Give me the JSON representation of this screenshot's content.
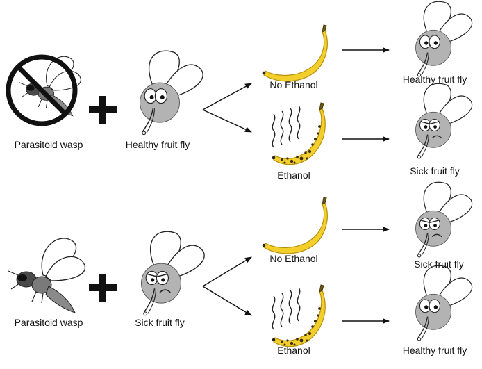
{
  "scenario_1": {
    "left_label": "Parasitoid wasp",
    "center_label": "Healthy fruit fly",
    "food_top_label": "No Ethanol",
    "food_bottom_label": "Ethanol",
    "outcome_top_label": "Healthy fruit fly",
    "outcome_bottom_label": "Sick fruit fly"
  },
  "scenario_2": {
    "left_label": "Parasitoid wasp",
    "center_label": "Sick fruit fly",
    "food_top_label": "No Ethanol",
    "food_bottom_label": "Ethanol",
    "outcome_top_label": "Sick fruit fly",
    "outcome_bottom_label": "Healthy fruit fly"
  },
  "colors": {
    "banana": "#f2cf2a",
    "banana_dark": "#c99a0e",
    "fly_body": "#b3b3b3",
    "wasp_body": "#8a8a8a",
    "prohibition": "#111111"
  }
}
